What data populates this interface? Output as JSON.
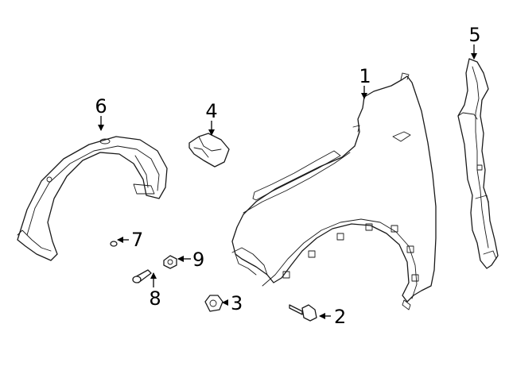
{
  "diagram": {
    "callouts": [
      {
        "id": "fender",
        "number": "1"
      },
      {
        "id": "bolt",
        "number": "2"
      },
      {
        "id": "nut",
        "number": "3"
      },
      {
        "id": "bracket",
        "number": "4"
      },
      {
        "id": "side-seal",
        "number": "5"
      },
      {
        "id": "fender-liner",
        "number": "6"
      },
      {
        "id": "pin",
        "number": "7"
      },
      {
        "id": "push-clip",
        "number": "8"
      },
      {
        "id": "clip-nut",
        "number": "9"
      }
    ],
    "colors": {
      "line": "#1a1a1a",
      "background": "#ffffff"
    }
  }
}
